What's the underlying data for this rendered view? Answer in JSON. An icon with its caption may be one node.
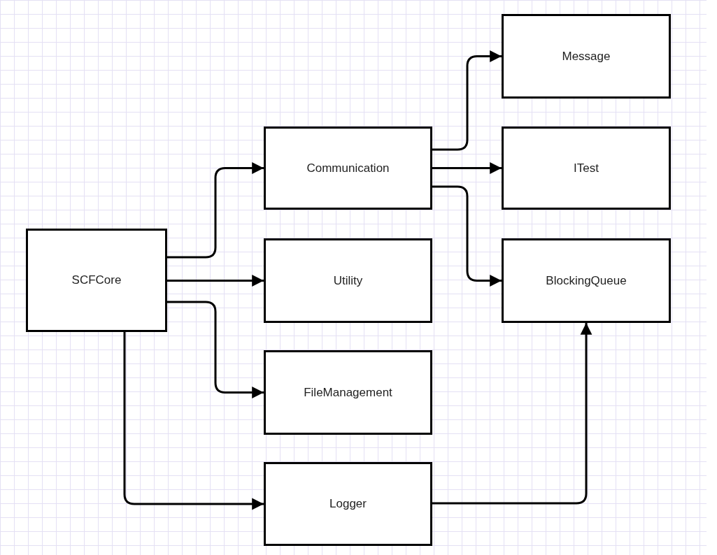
{
  "diagram": {
    "nodes": [
      {
        "text": [
          "SCFCore"
        ]
      },
      {
        "text": [
          "Communication"
        ]
      },
      {
        "text": [
          "Utility"
        ]
      },
      {
        "text": [
          "FileManagement"
        ]
      },
      {
        "text": [
          "Logger"
        ]
      },
      {
        "text": [
          "Message"
        ]
      },
      {
        "text": [
          "ITest"
        ]
      },
      {
        "text": [
          "BlockingQueue"
        ]
      }
    ],
    "edges": [
      {
        "from": 0,
        "to": 1,
        "arrow": "to"
      },
      {
        "from": 0,
        "to": 2,
        "arrow": "to"
      },
      {
        "from": 0,
        "to": 3,
        "arrow": "to"
      },
      {
        "from": 0,
        "to": 4,
        "arrow": "to"
      },
      {
        "from": 1,
        "to": 5,
        "arrow": "to"
      },
      {
        "from": 1,
        "to": 6,
        "arrow": "to"
      },
      {
        "from": 1,
        "to": 7,
        "arrow": "to"
      },
      {
        "from": 4,
        "to": 7,
        "arrow": "to"
      }
    ]
  }
}
